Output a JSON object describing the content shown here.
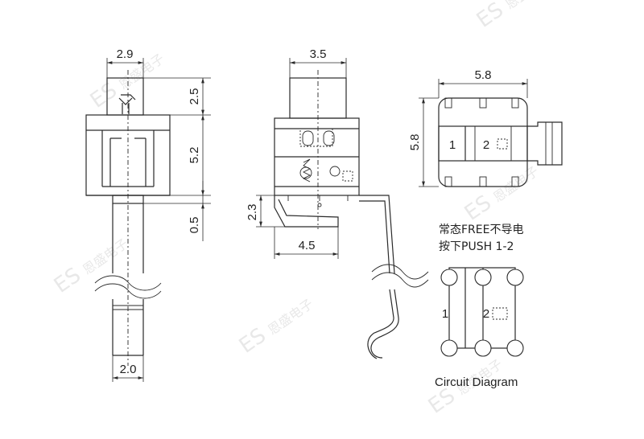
{
  "watermark": {
    "brand": "ES",
    "chars": "恩盛电子"
  },
  "side_view": {
    "width_top": "2.9",
    "height_stem": "2.5",
    "height_body": "5.2",
    "height_base": "0.5",
    "width_pin": "2.0"
  },
  "front_view": {
    "width_top": "3.5",
    "height_lead": "2.3",
    "width_lead": "4.5"
  },
  "top_view": {
    "width": "5.8",
    "height": "5.8",
    "pin_1": "1",
    "pin_2": "2"
  },
  "circuit": {
    "note_line_1": "常态FREE不导电",
    "note_line_2": "按下PUSH 1-2",
    "pin_1": "1",
    "pin_2": "2",
    "caption": "Circuit Diagram"
  }
}
